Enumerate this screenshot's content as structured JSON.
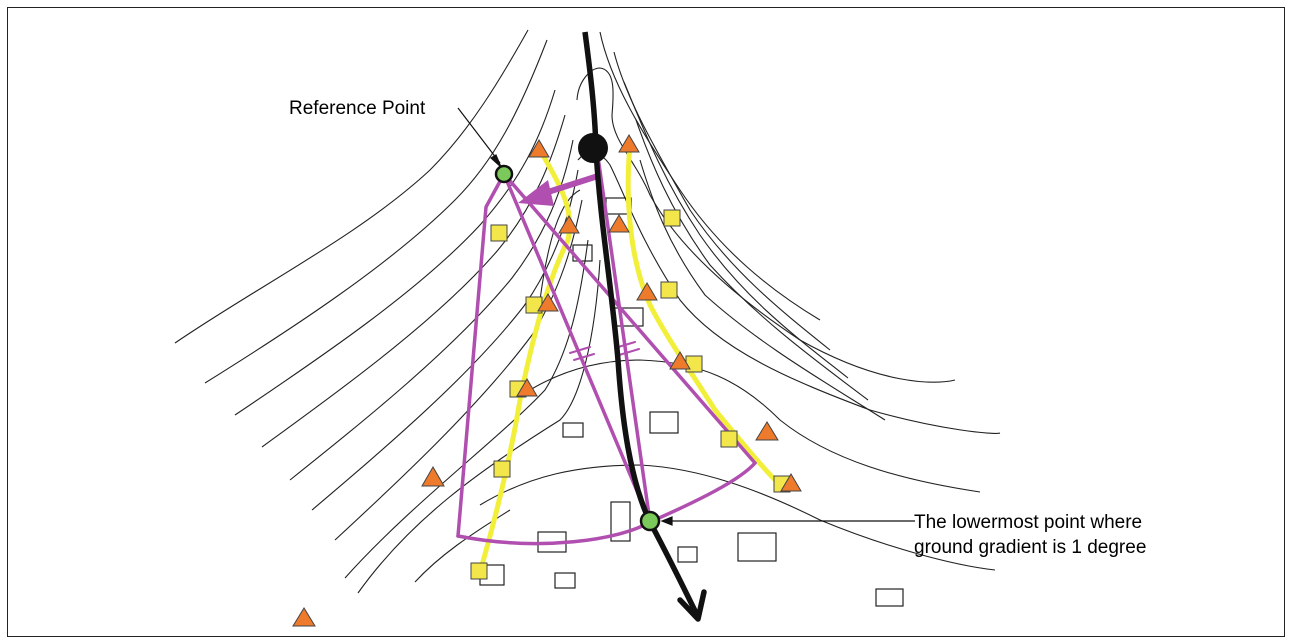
{
  "labels": {
    "reference_point": "Reference Point",
    "lowermost_line1": "The lowermost point where",
    "lowermost_line2": "ground gradient is 1 degree"
  },
  "colors": {
    "contour": "#222222",
    "flow_path": "#111111",
    "hazard_zone": "#b04fb0",
    "yellow_boundary": "#f2ef3a",
    "square_marker": "#f2e64a",
    "triangle_marker": "#ee7a2c",
    "reference_point": "#7bc95a",
    "building_outline": "#222222"
  },
  "icons": {
    "square_marker": "yellow-square-icon",
    "triangle_marker": "orange-triangle-icon",
    "reference_point": "green-circle-icon",
    "source_point": "black-circle-icon",
    "flow_arrowhead": "arrowhead-icon"
  }
}
